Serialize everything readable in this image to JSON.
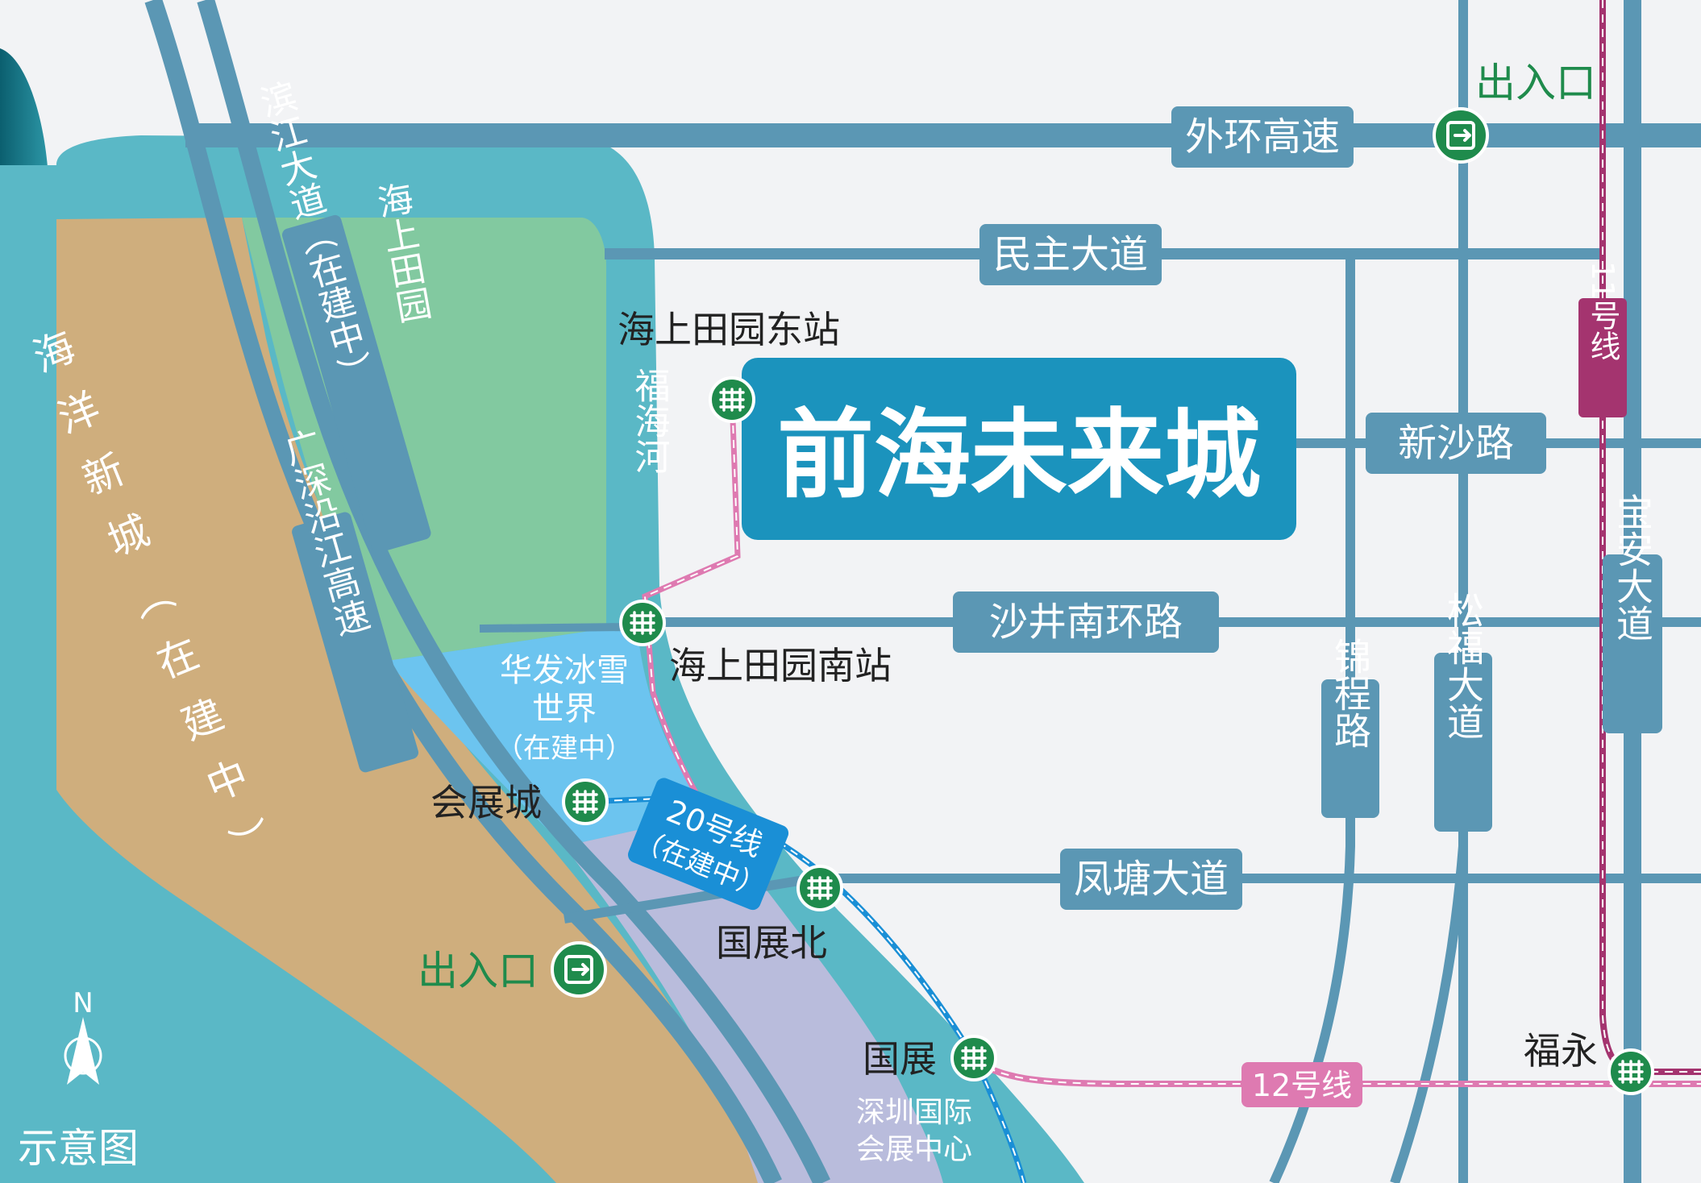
{
  "roads": {
    "waihuan": "外环高速",
    "minzhu": "民主大道",
    "xinsha": "新沙路",
    "shajing": "沙井南环路",
    "fengtang": "凤塘大道",
    "jincheng": "锦程路",
    "songfu": "松福大道",
    "baoan": "宝安大道",
    "binjiang": "滨江大道（在建中）",
    "guangshen": "广深沿江高速"
  },
  "metro_lines": {
    "line11": "11号线",
    "line12": "12号线",
    "line20": "20号线",
    "line20_status": "（在建中）"
  },
  "stations": {
    "haishang_east": "海上田园东站",
    "haishang_south": "海上田园南站",
    "huizhancheng": "会展城",
    "guozhanbei": "国展北",
    "guozhan": "国展",
    "fuyong": "福永"
  },
  "areas": {
    "haishang_tianyuan": "海上田园",
    "fuhai_river": "福海河",
    "huafa_line1": "华发冰雪",
    "huafa_line2": "世界",
    "huafa_status": "（在建中）",
    "haiyang": "海洋新城（在建中）",
    "expo_line1": "深圳国际",
    "expo_line2": "会展中心"
  },
  "project": {
    "name": "前海未来城"
  },
  "entrances": {
    "top": "出入口",
    "bottom": "出入口"
  },
  "legend": {
    "north": "N",
    "caption": "示意图"
  },
  "colors": {
    "road": "#5b97b4",
    "river": "#5ab8c6",
    "green_zone": "#82c9a0",
    "sand_zone": "#cfae7d",
    "ocean": "#0e6f80",
    "expo_zone": "#b9bcdc",
    "huafa_zone": "#6cc4ef",
    "metro_icon": "#1f8b4c",
    "line11": "#a4346f",
    "line12": "#de7ab1",
    "line20": "#1a8fd6",
    "project_box": "#1b93bd"
  }
}
